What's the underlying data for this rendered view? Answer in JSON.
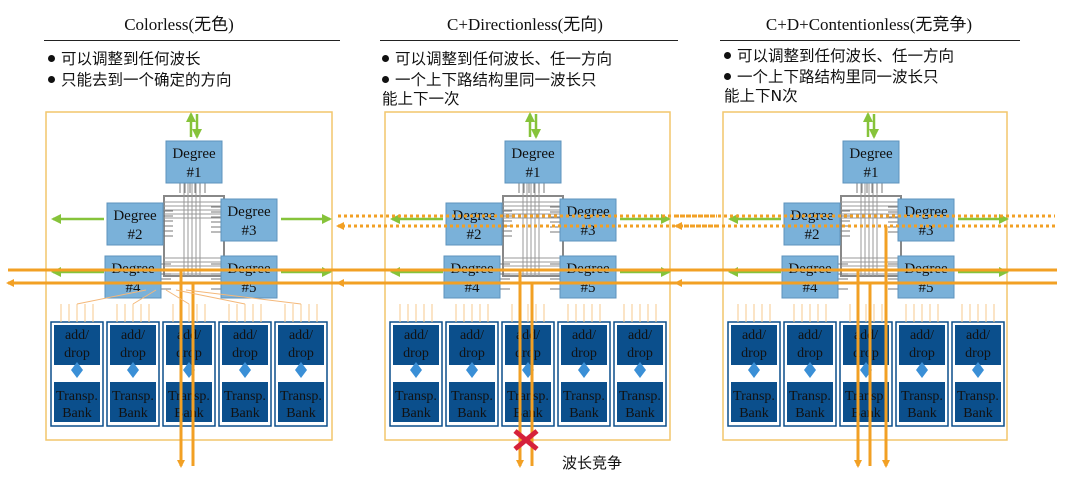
{
  "panels": [
    {
      "title": "Colorless(无色)",
      "bullets": [
        [
          "可以调整到任何波长"
        ],
        [
          "只能去到一个确定的方向"
        ]
      ]
    },
    {
      "title": "C+Directionless(无向)",
      "bullets": [
        [
          "可以调整到任何波长、任一方向"
        ],
        [
          "一个上下路结构里同一波长只",
          "能上下一次"
        ]
      ]
    },
    {
      "title": "C+D+Contentionless(无竞争)",
      "bullets": [
        [
          "可以调整到任何波长、任一方向"
        ],
        [
          "一个上下路结构里同一波长只",
          "能上下N次"
        ]
      ]
    }
  ],
  "degree_labels": [
    {
      "line1": "Degree",
      "line2": "#1"
    },
    {
      "line1": "Degree",
      "line2": "#2"
    },
    {
      "line1": "Degree",
      "line2": "#3"
    },
    {
      "line1": "Degree",
      "line2": "#4"
    },
    {
      "line1": "Degree",
      "line2": "#5"
    }
  ],
  "add_drop_label": {
    "line1": "add/",
    "line2": "drop"
  },
  "transponder_label": {
    "line1": "Transp.",
    "line2": "Bank"
  },
  "contention_text": "波长竞争",
  "colors": {
    "degree_fill": "#7ab1d9",
    "bank_fill": "#0b4f8c",
    "bank_inner": "#1f6aa8",
    "diamond": "#3a8fd6",
    "frame": "#f2c66c",
    "orange_path": "#f2a024",
    "green_arrow": "#86c33a",
    "contention_x": "#d6213a"
  }
}
